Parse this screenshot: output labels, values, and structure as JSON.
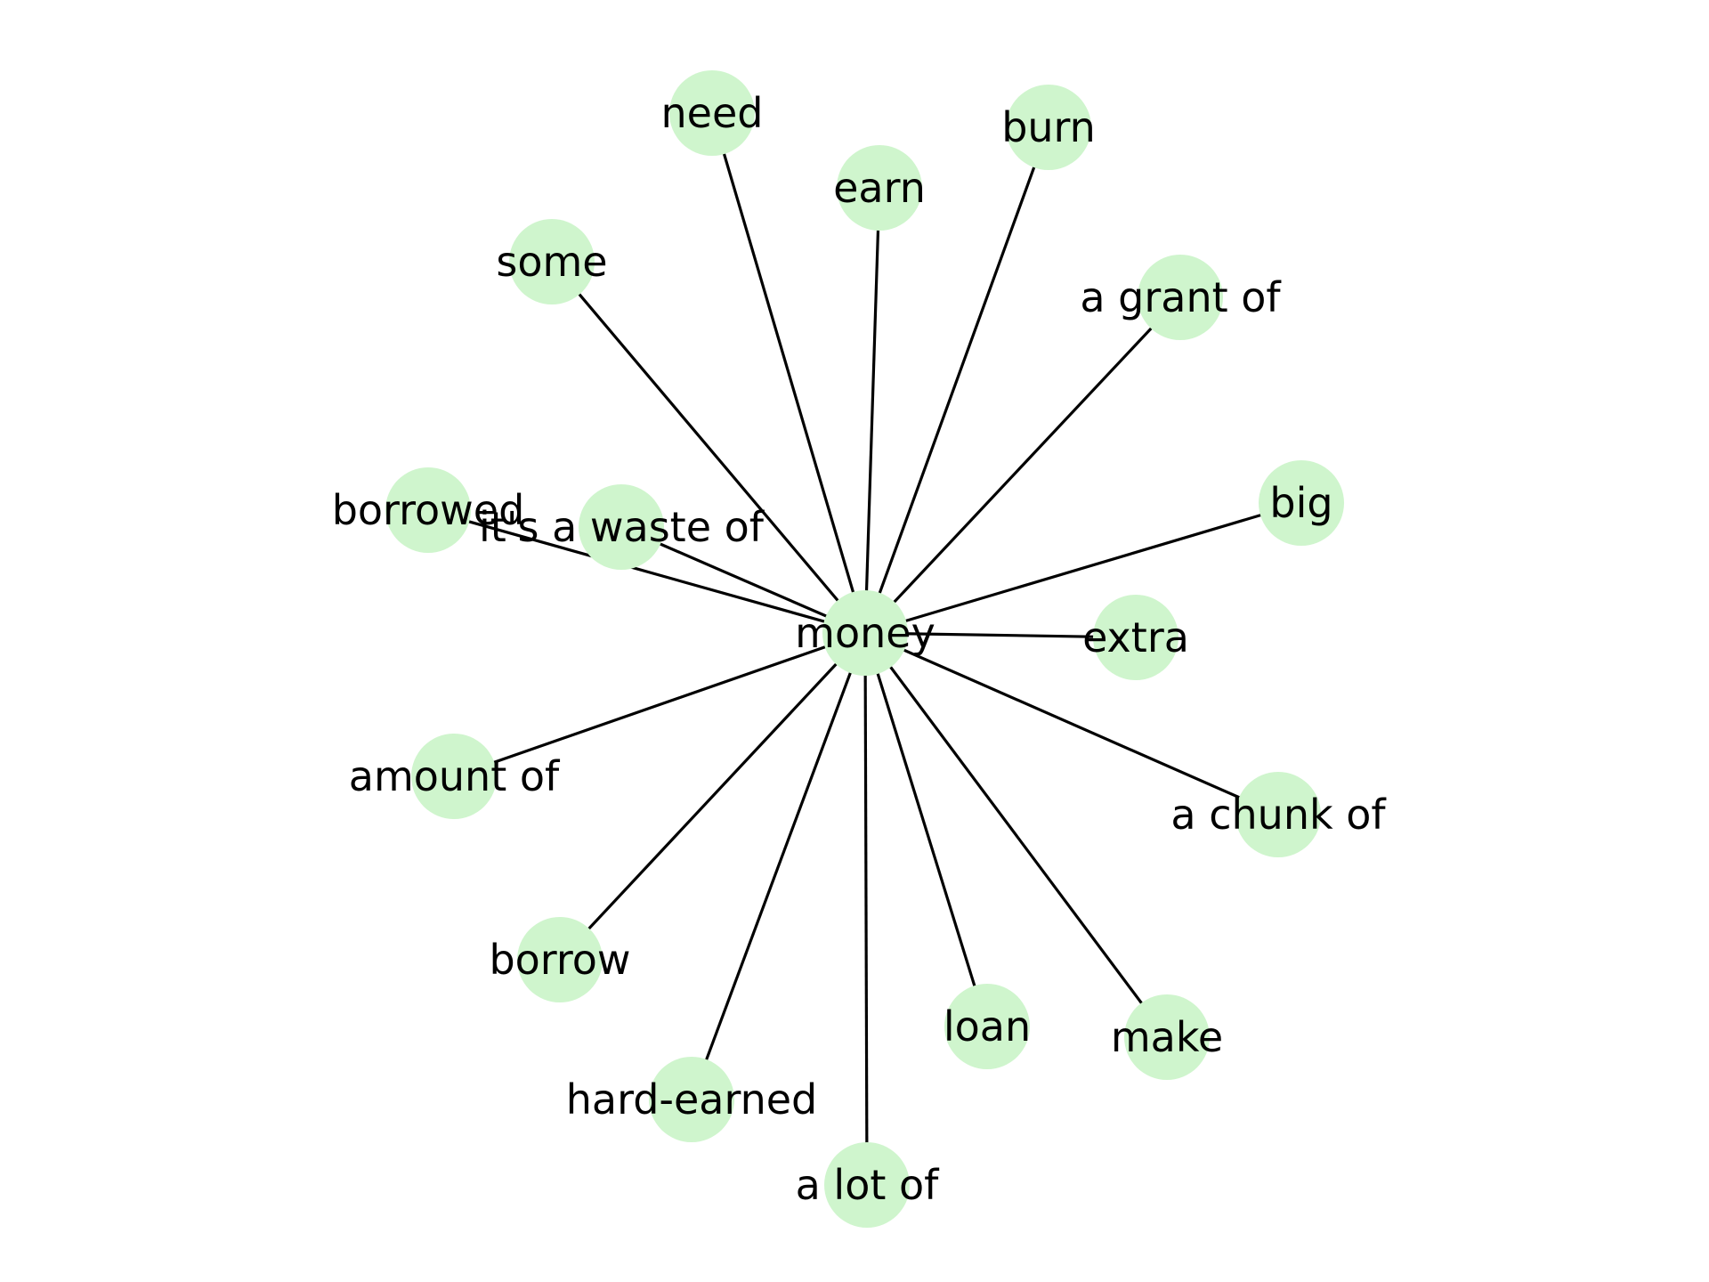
{
  "diagram": {
    "type": "star-graph",
    "center": "money",
    "node_color": "#cff5cd",
    "edge_color": "#000000",
    "label_color": "#000000",
    "nodes": [
      {
        "id": "money",
        "label": "money"
      },
      {
        "id": "need",
        "label": "need"
      },
      {
        "id": "burn",
        "label": "burn"
      },
      {
        "id": "earn",
        "label": "earn"
      },
      {
        "id": "some",
        "label": "some"
      },
      {
        "id": "a-grant-of",
        "label": "a grant of"
      },
      {
        "id": "big",
        "label": "big"
      },
      {
        "id": "borrowed",
        "label": "borrowed"
      },
      {
        "id": "its-a-waste-of",
        "label": "it's a waste of"
      },
      {
        "id": "extra",
        "label": "extra"
      },
      {
        "id": "amount-of",
        "label": "amount of"
      },
      {
        "id": "a-chunk-of",
        "label": "a chunk of"
      },
      {
        "id": "borrow",
        "label": "borrow"
      },
      {
        "id": "loan",
        "label": "loan"
      },
      {
        "id": "make",
        "label": "make"
      },
      {
        "id": "hard-earned",
        "label": "hard-earned"
      },
      {
        "id": "a-lot-of",
        "label": "a lot of"
      }
    ],
    "edges": [
      {
        "from": "money",
        "to": "need"
      },
      {
        "from": "money",
        "to": "burn"
      },
      {
        "from": "money",
        "to": "earn"
      },
      {
        "from": "money",
        "to": "some"
      },
      {
        "from": "money",
        "to": "a-grant-of"
      },
      {
        "from": "money",
        "to": "big"
      },
      {
        "from": "money",
        "to": "borrowed"
      },
      {
        "from": "money",
        "to": "its-a-waste-of"
      },
      {
        "from": "money",
        "to": "extra"
      },
      {
        "from": "money",
        "to": "amount-of"
      },
      {
        "from": "money",
        "to": "a-chunk-of"
      },
      {
        "from": "money",
        "to": "borrow"
      },
      {
        "from": "money",
        "to": "loan"
      },
      {
        "from": "money",
        "to": "make"
      },
      {
        "from": "money",
        "to": "hard-earned"
      },
      {
        "from": "money",
        "to": "a-lot-of"
      }
    ]
  }
}
